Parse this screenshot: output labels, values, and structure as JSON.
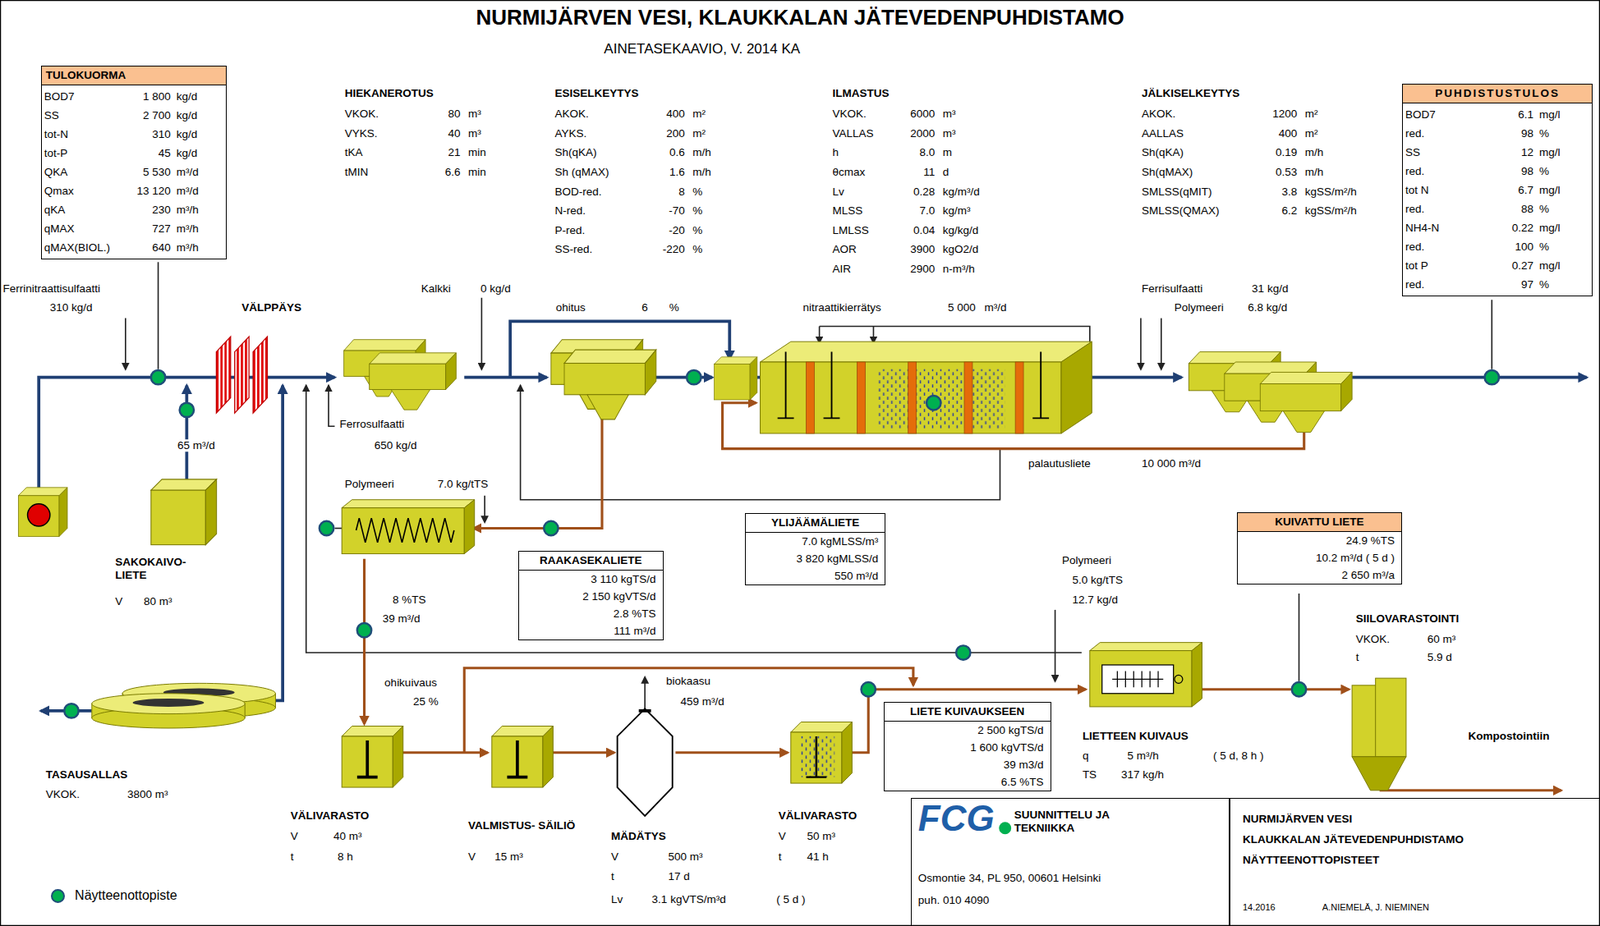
{
  "diagram": {
    "title": "NURMIJÄRVEN VESI, KLAUKKALAN JÄTEVEDENPUHDISTAMO",
    "nodes": [
      {
        "text": [
          "TULOKUORMA",
          "BOD7",
          "1 800",
          "kg/d",
          "SS",
          "2 700",
          "kg/d",
          "tot-N",
          "310",
          "kg/d",
          "tot-P",
          "45",
          "kg/d",
          "QKA",
          "5 530",
          "m³/d",
          "Qmax",
          "13 120",
          "m³/d",
          "qKA",
          "230",
          "m³/h",
          "qMAX",
          "727",
          "m³/h",
          "qMAX(BIOL.)",
          "640",
          "m³/h"
        ]
      },
      {
        "text": [
          "PUHDISTUSTULOS",
          "BOD7",
          "6.1",
          "mg/l",
          "red.",
          "98",
          "%",
          "SS",
          "12",
          "mg/l",
          "red.",
          "98",
          "%",
          "tot N",
          "6.7",
          "mg/l",
          "red.",
          "88",
          "%",
          "NH4-N",
          "0.22",
          "mg/l",
          "red.",
          "100",
          "%",
          "tot P",
          "0.27",
          "mg/l",
          "red.",
          "97",
          "%"
        ]
      },
      {
        "text": [
          "KUIVATTU LIETE",
          "24.9 %TS",
          "10.2 m³/d ( 5 d )",
          "2 650 m³/a"
        ]
      },
      {
        "text": [
          "YLIJÄÄMÄLIETE",
          "7.0 kgMLSS/m³",
          "3 820 kgMLSS/d",
          "550 m³/d"
        ]
      },
      {
        "text": [
          "RAAKASEKALIETE",
          "3 110 kgTS/d",
          "2 150 kgVTS/d",
          "2.8 %TS",
          "111 m³/d"
        ]
      },
      {
        "text": [
          "LIETE KUIVAUKSEEN",
          "2 500 kgTS/d",
          "1 600 kgVTS/d",
          "39 m3/d",
          "6.5 %TS"
        ]
      },
      {
        "text": [
          "FCG",
          "SUUNNITTELU JA TEKNIIKKA",
          "Osmontie 34, PL 950, 00601 Helsinki",
          "puh. 010 4090"
        ]
      },
      {
        "text": [
          "NURMIJÄRVEN VESI",
          "KLAUKKALAN JÄTEVEDENPUHDISTAMO",
          "NÄYTTEENOTTOPISTEET",
          "14.2016",
          "A.NIEMELÄ, J. NIEMINEN"
        ]
      }
    ],
    "labels": [
      "AINETASEKAAVIO, V. 2014 KA",
      "HIEKANEROTUS",
      "VKOK.",
      "80",
      "m³",
      "VYKS.",
      "40",
      "m³",
      "tKA",
      "21",
      "min",
      "tMIN",
      "6.6",
      "min",
      "ESISELKEYTYS",
      "AKOK.",
      "400",
      "m²",
      "AYKS.",
      "200",
      "m²",
      "Sh(qKA)",
      "0.6",
      "m/h",
      "Sh (qMAX)",
      "1.6",
      "m/h",
      "BOD-red.",
      "8",
      "%",
      "N-red.",
      "-70",
      "%",
      "P-red.",
      "-20",
      "%",
      "SS-red.",
      "-220",
      "%",
      "ILMASTUS",
      "VKOK.",
      "6000",
      "m³",
      "VALLAS",
      "2000",
      "m³",
      "h",
      "8.0",
      "m",
      "θcmax",
      "11",
      "d",
      "Lv",
      "0.28",
      "kg/m³/d",
      "MLSS",
      "7.0",
      "kg/m³",
      "LMLSS",
      "0.04",
      "kg/kg/d",
      "AOR",
      "3900",
      "kgO2/d",
      "AIR",
      "2900",
      "n-m³/h",
      "JÄLKISELKEYTYS",
      "AKOK.",
      "1200",
      "m²",
      "AALLAS",
      "400",
      "m²",
      "Sh(qKA)",
      "0.19",
      "m/h",
      "Sh(qMAX)",
      "0.53",
      "m/h",
      "SMLSS(qMIT)",
      "3.8",
      "kgSS/m²/h",
      "SMLSS(QMAX)",
      "6.2",
      "kgSS/m²/h",
      "Ferrinitraattisulfaatti",
      "310 kg/d",
      "VÄLPPÄYS",
      "Kalkki",
      "0 kg/d",
      "ohitus",
      "6",
      "%",
      "nitraattikierrätys",
      "5 000",
      "m³/d",
      "Ferrisulfaatti",
      "31 kg/d",
      "Polymeeri",
      "6.8 kg/d",
      "65 m³/d",
      "Ferrosulfaatti",
      "650 kg/d",
      "palautusliete",
      "10 000 m³/d",
      "Polymeeri",
      "7.0 kg/tTS",
      "SAKOKAIVO- LIETE",
      "V",
      "80 m³",
      "8 %TS",
      "39 m³/d",
      "Polymeeri",
      "5.0 kg/tTS",
      "12.7 kg/d",
      "SIILOVARASTOINTI",
      "VKOK.",
      "60 m³",
      "t",
      "5.9 d",
      "ohikuivaus",
      "25 %",
      "biokaasu",
      "459 m³/d",
      "Kompostointiin",
      "LIETTEEN KUIVAUS",
      "q",
      "5 m³/h",
      "( 5 d, 8 h )",
      "TS",
      "317 kg/h",
      "TASAUSALLAS",
      "VKOK.",
      "3800 m³",
      "VÄLIVARASTO",
      "V",
      "40 m³",
      "t",
      "8 h",
      "VALMISTUS- SÄILIÖ",
      "V",
      "15 m³",
      "MÄDÄTYS",
      "V",
      "500 m³",
      "t",
      "17 d",
      "Lv",
      "3.1 kgVTS/m³d",
      "( 5 d )",
      "VÄLIVARASTO",
      "V",
      "50 m³",
      "t",
      "41 h"
    ],
    "legend": [
      {
        "text": "Näytteenottopiste",
        "color": "#00B050"
      }
    ]
  }
}
